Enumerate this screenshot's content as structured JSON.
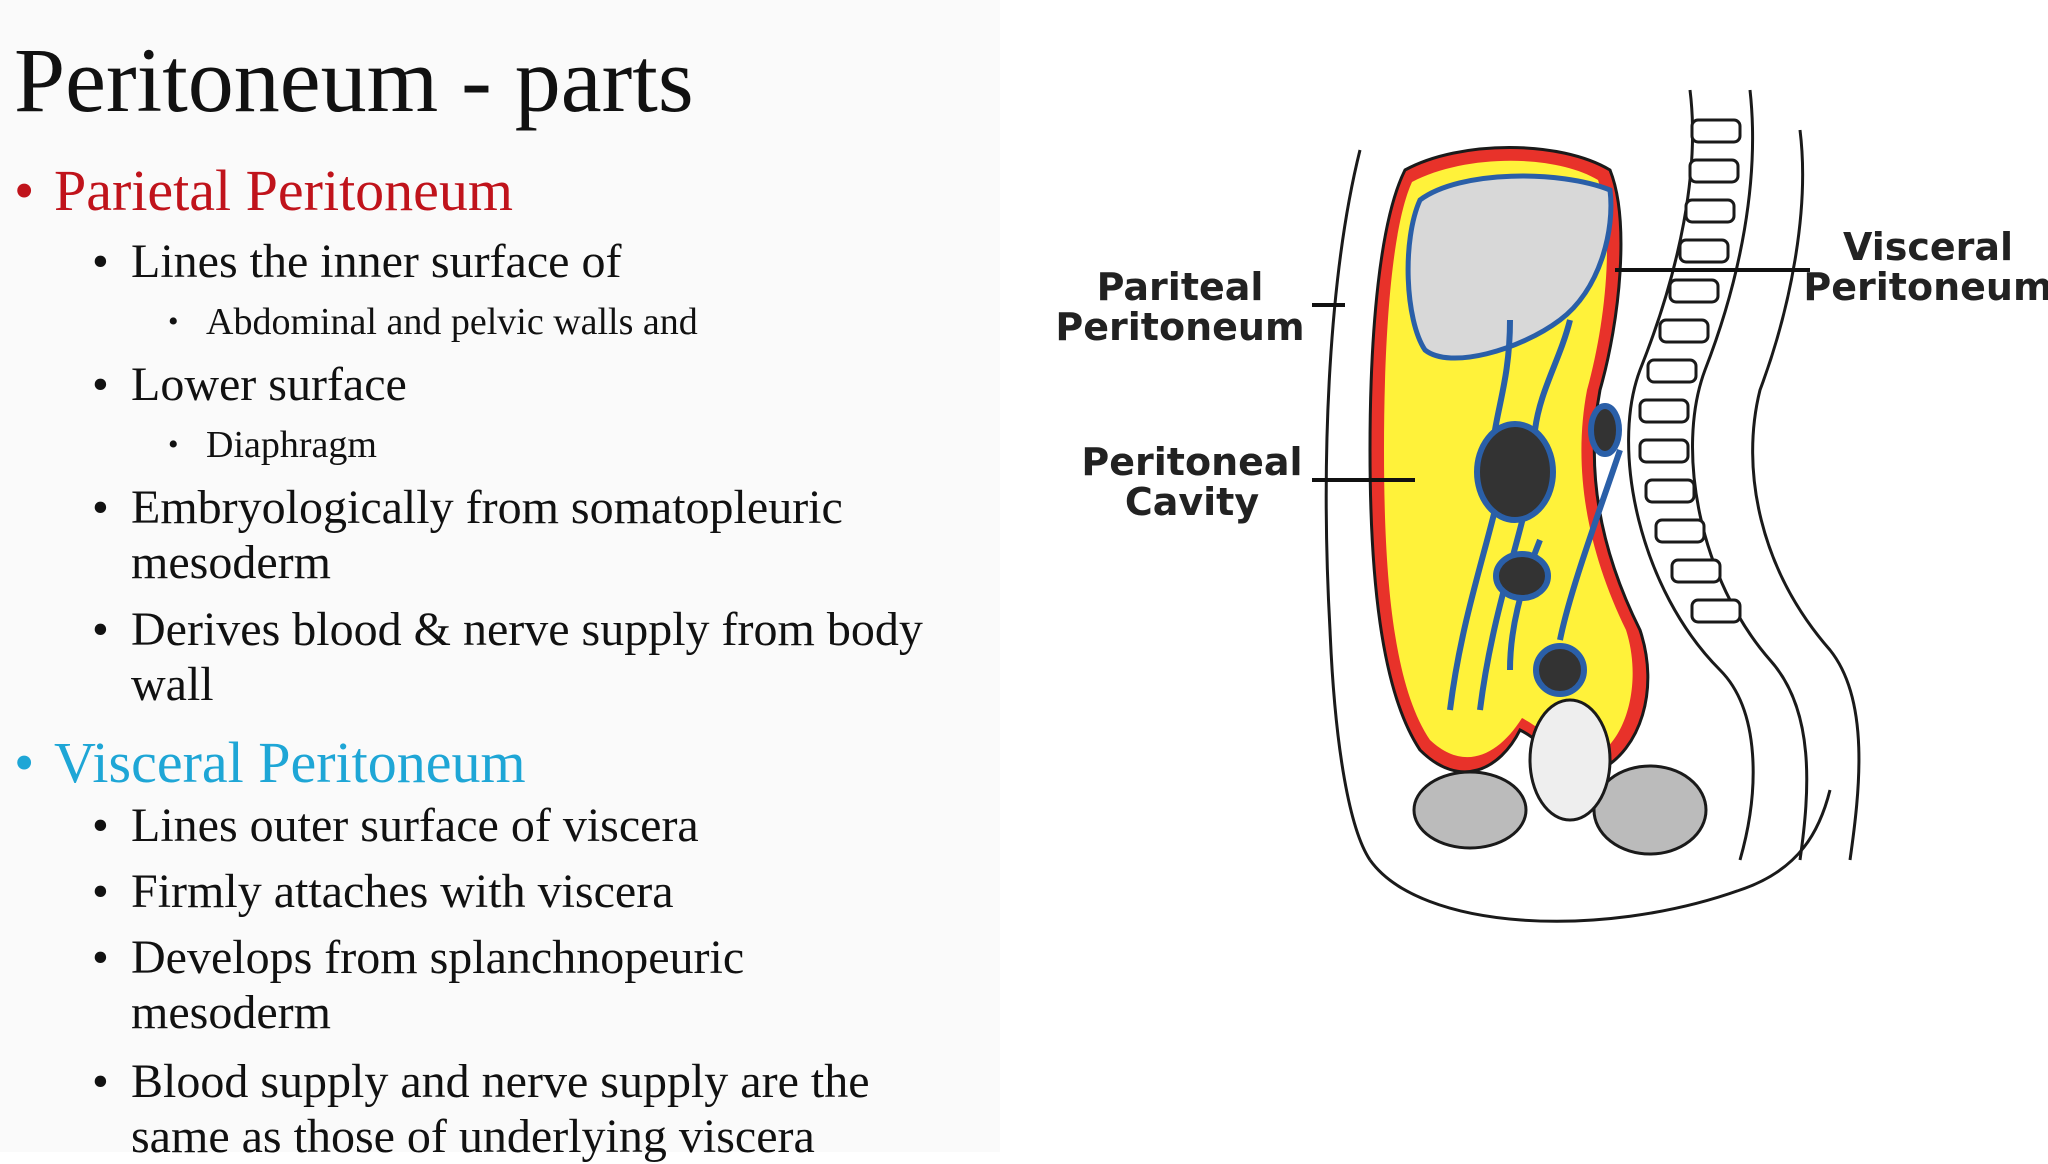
{
  "slide": {
    "title": "Peritoneum - parts"
  },
  "parietal": {
    "heading": "Parietal Peritoneum",
    "items": [
      {
        "text": "Lines the inner surface of"
      },
      {
        "sub": "Abdominal and pelvic walls and"
      },
      {
        "text": "Lower surface"
      },
      {
        "sub": "Diaphragm"
      },
      {
        "text": "Embryologically from somatopleuric",
        "text2": "mesoderm"
      },
      {
        "text": "Derives blood & nerve supply from body",
        "text2": "wall"
      }
    ]
  },
  "visceral": {
    "heading": "Visceral Peritoneum",
    "items": [
      {
        "text": "Lines outer surface of viscera"
      },
      {
        "text": "Firmly attaches with viscera"
      },
      {
        "text": "Develops from splanchnopeuric",
        "text2": "mesoderm"
      },
      {
        "text": "Blood supply and nerve supply are the",
        "text2": "same as those of underlying viscera"
      }
    ]
  },
  "diagram": {
    "labels": {
      "parietal_line1": "Pariteal",
      "parietal_line2": "Peritoneum",
      "cavity_line1": "Peritoneal",
      "cavity_line2": "Cavity",
      "visceral_line1": "Visceral",
      "visceral_line2": "Peritoneum"
    },
    "colors": {
      "cavity": "#fff23a",
      "parietal_layer": "#e8322a",
      "visceral_layer": "#2a5fa8",
      "outline": "#1a1a1a",
      "liver_fill": "#d8d8d8"
    }
  },
  "colors": {
    "parietal_heading": "#c0131b",
    "visceral_heading": "#1ea6d6",
    "body_text": "#111111"
  }
}
